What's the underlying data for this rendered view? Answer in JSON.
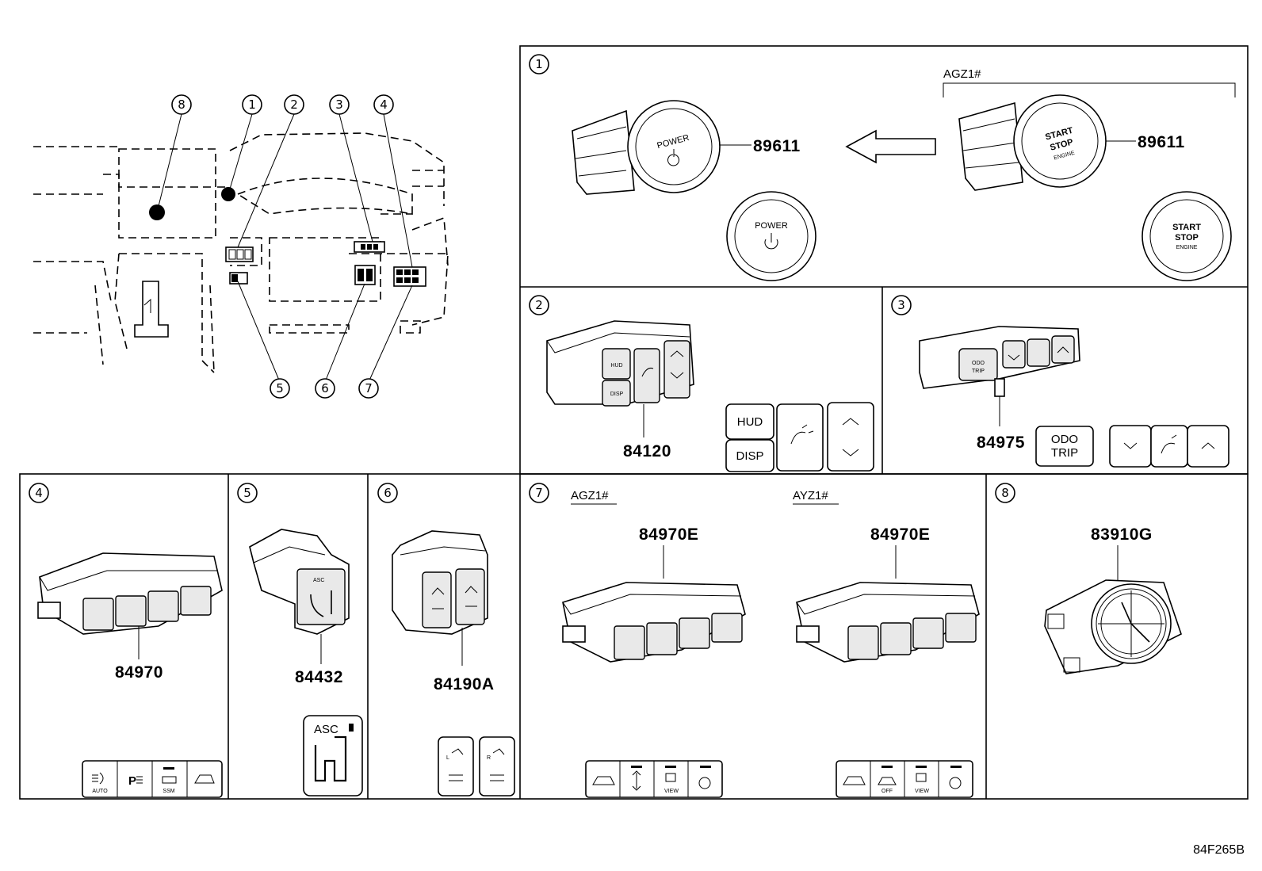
{
  "overview": {
    "callouts": [
      "8",
      "1",
      "2",
      "3",
      "4",
      "5",
      "6",
      "7"
    ]
  },
  "panels": [
    {
      "index": "1",
      "variant_label": "AGZ1#",
      "part_left": "89611",
      "part_right": "89611",
      "power_text_1": "POWER",
      "power_text_2": "POWER",
      "start_line": "START",
      "stop_line": "STOP",
      "engine_line": "ENGINE"
    },
    {
      "index": "2",
      "part": "84120",
      "hud": "HUD",
      "disp": "DISP"
    },
    {
      "index": "3",
      "part": "84975",
      "odo": "ODO",
      "trip": "TRIP"
    },
    {
      "index": "4",
      "part": "84970",
      "auto": "AUTO",
      "p": "P",
      "ssm": "SSM"
    },
    {
      "index": "5",
      "part": "84432",
      "asc": "ASC"
    },
    {
      "index": "6",
      "part": "84190A",
      "l": "L",
      "r": "R"
    },
    {
      "index": "7",
      "variant_a": "AGZ1#",
      "variant_b": "AYZ1#",
      "part_a": "84970E",
      "part_b": "84970E",
      "view": "VIEW",
      "off": "OFF"
    },
    {
      "index": "8",
      "part": "83910G"
    }
  ],
  "drawing_ref": "84F265B"
}
